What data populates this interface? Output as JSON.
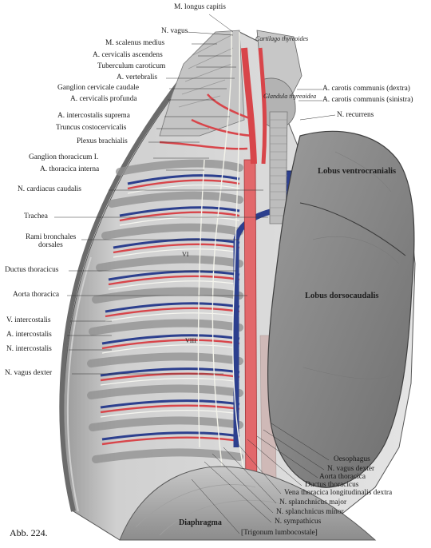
{
  "figure_label": "Abb. 224.",
  "top_labels": [
    "M. longus capitis",
    "N. vagus",
    "M. scalenus medius",
    "A. cervicalis ascendens",
    "Tuberculum caroticum",
    "A. vertebralis",
    "Ganglion cervicale caudale",
    "A. cervicalis profunda",
    "A. intercostalis suprema",
    "Truncus costocervicalis",
    "Plexus brachialis",
    "Ganglion thoracicum I.",
    "A. thoracica interna",
    "N. cardiacus caudalis"
  ],
  "left_labels": [
    "Trachea",
    "Rami bronchales",
    "dorsales",
    "Ductus thoracicus",
    "Aorta thoracica",
    "V. intercostalis",
    "A. intercostalis",
    "N. intercostalis",
    "N. vagus dexter"
  ],
  "right_top_labels": [
    "A. carotis communis (dextra)",
    "A. carotis communis (sinistra)",
    "N. recurrens"
  ],
  "bottom_right_labels": [
    "Oesophagus",
    "N. vagus dexter",
    "Aorta thoracica",
    "Ductus thoracicus",
    "Vena thoracica longitudinalis dextra",
    "N. splanchnicus major",
    "N. splanchnicus minor",
    "N. sympathicus",
    "[Trigonum lumbocostale]"
  ],
  "in_figure_labels": {
    "cartilago": "Cartilago thyreoides",
    "glandula": "Glandula thyreoidea",
    "lobus_ventro": "Lobus ventrocranialis",
    "lobus_dorso": "Lobus dorsocaudalis",
    "diaphragma": "Diaphragma",
    "rib_vi": "VI",
    "rib_viii": "VIII"
  },
  "colors": {
    "artery": "#d8454a",
    "vein": "#2c3f8e",
    "lung": "#8a8a8a",
    "muscle": "#b9b9b9",
    "nerve": "#f4f4ee"
  }
}
